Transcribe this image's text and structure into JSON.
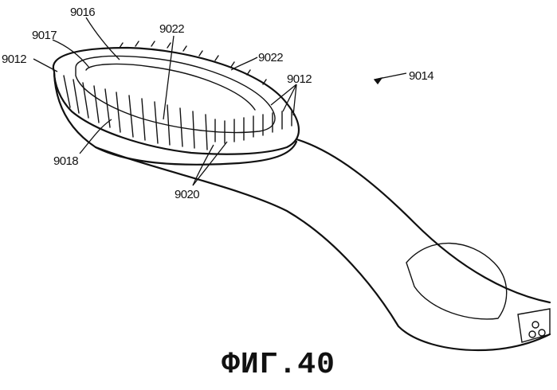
{
  "figure": {
    "caption": "ФИГ.40",
    "colors": {
      "ink": "#111111",
      "background": "#ffffff"
    },
    "reference_numerals": {
      "head_frame_top": "9016",
      "opening_left": "9017",
      "bristle_row_left": "9012",
      "bristle_row_right": "9012",
      "membrane_inner": "9022",
      "membrane_rim": "9022",
      "bristles_lower": "9018",
      "nubs_front": "9020",
      "device": "9014"
    }
  }
}
